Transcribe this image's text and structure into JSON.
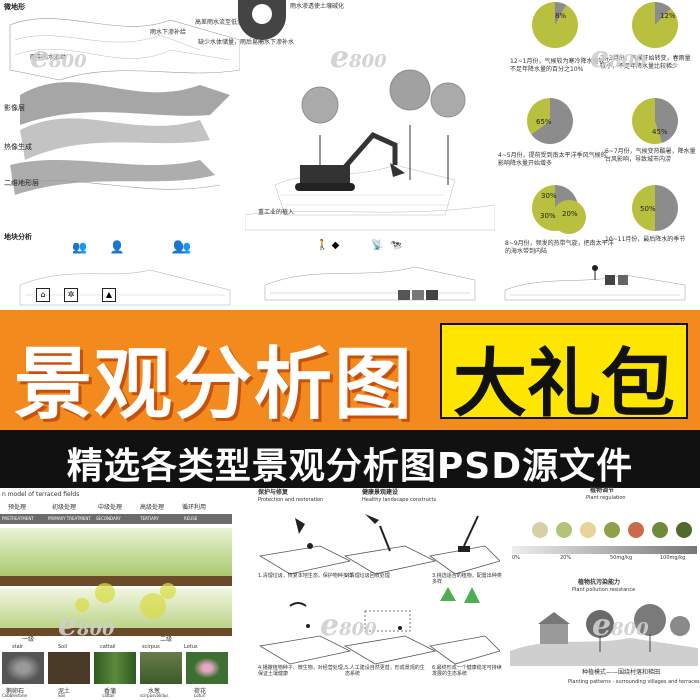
{
  "watermark": "800",
  "top": {
    "left_panel": {
      "labels": [
        "微地形",
        "影像层",
        "热像生成",
        "二维地形层",
        "地块分析"
      ],
      "callouts": [
        "高差雨水流至低洼",
        "雨水下渗补给",
        "缺少水体储量，雨后易干",
        "雨水下渗补水",
        "雨中雨水流动"
      ],
      "dial_caption": "雨水渗透使土壤碱化"
    },
    "center_panel": {
      "caption": "重工业的植入"
    },
    "right_panel": {
      "pies": [
        {
          "label": "8%",
          "caption": "12~1月份，气候较为寒冷降水量较少，不足年降水量的百分之10%"
        },
        {
          "label": "12%",
          "caption": "2~3月份，气候开始转变，春雨量较小，不足年降水量比较稀少"
        },
        {
          "label": "65%",
          "caption": "4~5月份，提前受到南太平洋季风气候的影响降水量开始增多"
        },
        {
          "label": "45%",
          "caption": "6~7月份，气候变热酷暑，降水量台风影响，导致城市内涝"
        },
        {
          "label": "30%",
          "caption": "8~9月份，频发的热带气旋，把南太平洋的海水带到内陆"
        },
        {
          "label": "50%",
          "caption": "10~11月份，最后降水的季节"
        }
      ],
      "extra_pie_labels": [
        "30%",
        "20%"
      ]
    }
  },
  "banner": {
    "title": "景观分析图",
    "gift": "大礼包",
    "subtitle": "精选各类型景观分析图PSD源文件"
  },
  "bottom": {
    "left": {
      "heading": "n model of terraced fields",
      "steps": [
        "预处理",
        "初级处理",
        "中级处理",
        "高级处理",
        "循环利用"
      ],
      "step_en": [
        "PRETREATMENT",
        "PRIMARY TREATMENT",
        "SECONDARY",
        "TERTIARY",
        "REUSE"
      ],
      "row_labels": [
        "一级",
        "二级"
      ],
      "stair_labels": [
        "stair",
        "Soil",
        "cattail",
        "scirpus",
        "Lotus"
      ],
      "species": [
        "鹅卵石",
        "泥土",
        "香蒲",
        "水葱",
        "荷花"
      ],
      "species_en": [
        "Cobblestone",
        "Soil",
        "cattail",
        "scirpusvalidus",
        "Lotus"
      ]
    },
    "middle": {
      "heading1": "保护与修复",
      "heading1_en": "Protection and restoration",
      "heading2": "健康景观建设",
      "heading2_en": "Healthy landscape constructs",
      "captions": [
        "1.清理垃圾，恢复本地生态，保护物种多样",
        "2.清理垃圾回收处理",
        "3.挑选适合的植物，配置出种类多样",
        "4.播撒植物种子、微生物，对经营处理，保证土壤健康",
        "5.人工建设自然更替，形成景观的生态系统",
        "6.最终形成一个健康稳定可持续发展的生态系统"
      ]
    },
    "right": {
      "heading": "植物调节",
      "heading_en": "Plant regulation",
      "heading2": "植物抗污染能力",
      "heading2_en": "Plant pollution resistance",
      "scale": [
        "0%",
        "20%",
        "50mg/kg",
        "100mg/kg"
      ],
      "caption": "种植模式——围绕村落和梯田",
      "caption_en": "Planting patterns - surrounding villages and terraces"
    }
  },
  "colors": {
    "orange": "#f28a1e",
    "yellow": "#ffe600",
    "black": "#111111",
    "pie_green": "#b9bf3e"
  }
}
